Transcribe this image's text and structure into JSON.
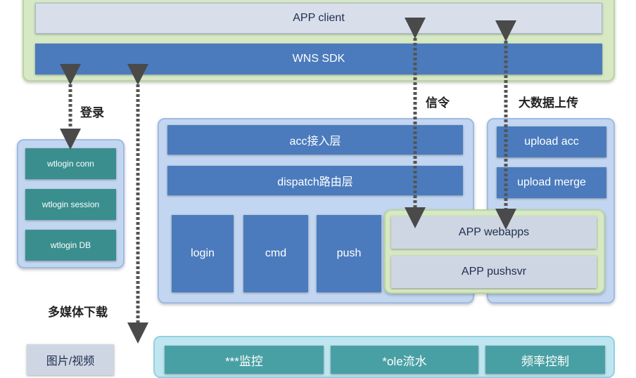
{
  "client_layer": {
    "app_client": "APP client",
    "wns_sdk": "WNS SDK"
  },
  "labels": {
    "login": "登录",
    "signaling": "信令",
    "big_data_upload": "大数据上传",
    "multimedia_download": "多媒体下载"
  },
  "wtlogin": {
    "conn": "wtlogin conn",
    "session": "wtlogin session",
    "db": "wtlogin DB"
  },
  "server": {
    "acc_layer": "acc接入层",
    "dispatch_layer": "dispatch路由层",
    "modules": [
      "login",
      "cmd",
      "push"
    ],
    "app_webapps": "APP webapps",
    "app_pushsvr": "APP pushsvr"
  },
  "upload": {
    "acc": "upload acc",
    "merge": "upload merge"
  },
  "bottom": {
    "media_box": "图片/视频",
    "items": [
      "***监控",
      "*ole流水",
      "频率控制"
    ]
  }
}
